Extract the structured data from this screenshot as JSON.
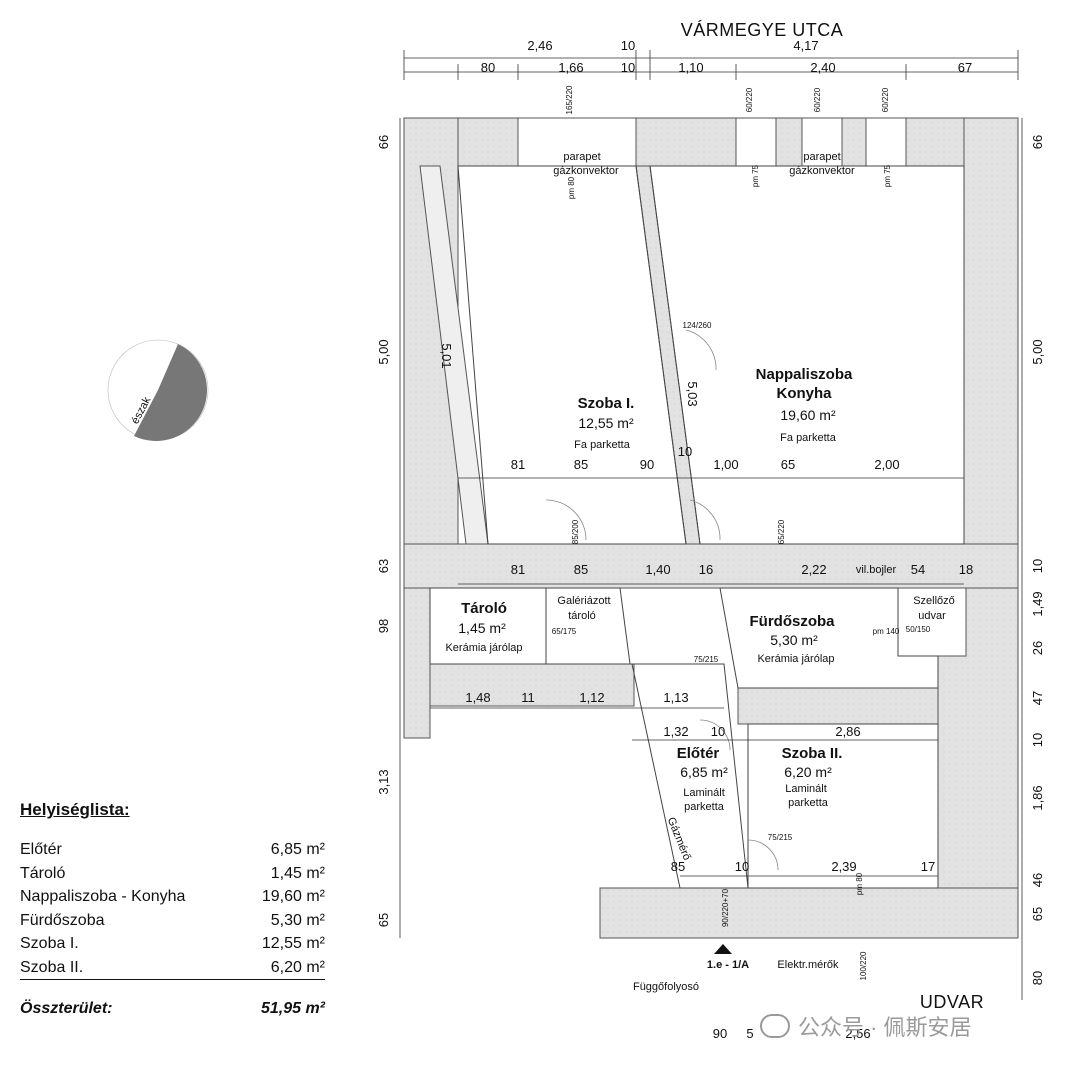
{
  "street": "VÁRMEGYE UTCA",
  "courtyard": "UDVAR",
  "north_label": "észak",
  "rooms": {
    "szoba1": {
      "name": "Szoba I.",
      "area": "12,55 m²",
      "finish": "Fa parketta"
    },
    "nappali": {
      "name1": "Nappaliszoba",
      "name2": "Konyha",
      "area": "19,60 m²",
      "finish": "Fa parketta"
    },
    "tarolo": {
      "name": "Tároló",
      "area": "1,45 m²",
      "finish": "Kerámia járólap"
    },
    "galeria": {
      "line1": "Galériázott",
      "line2": "tároló"
    },
    "furdo": {
      "name": "Fürdőszoba",
      "area": "5,30 m²",
      "finish": "Kerámia járólap"
    },
    "szellozo": {
      "line1": "Szellőző",
      "line2": "udvar"
    },
    "eloter": {
      "name": "Előtér",
      "area": "6,85 m²",
      "finish1": "Laminált",
      "finish2": "parketta"
    },
    "szoba2": {
      "name": "Szoba II.",
      "area": "6,20 m²",
      "finish1": "Laminált",
      "finish2": "parketta"
    }
  },
  "notes": {
    "parapet": "parapet",
    "gazkonvektor": "gázkonvektor",
    "vilbojler": "vil.bojler",
    "gazmero": "Gázmérő",
    "elektr": "Elektr.mérők",
    "entrance": "1.e - 1/A",
    "fuggofolyoso": "Függőfolyosó"
  },
  "dimensions": {
    "top1": [
      "2,46",
      "10",
      "4,17"
    ],
    "top2": [
      "80",
      "1,66",
      "10",
      "1,10",
      "2,40",
      "67"
    ],
    "row_mid1": [
      "81",
      "85",
      "90",
      "10",
      "1,00",
      "65",
      "2,00"
    ],
    "row_mid2": [
      "81",
      "85",
      "1,40",
      "16",
      "2,22",
      "54",
      "18"
    ],
    "row_mid3": [
      "1,48",
      "11",
      "1,12",
      "1,13"
    ],
    "row_mid4": [
      "1,32",
      "10",
      "2,86"
    ],
    "row_mid5": [
      "85",
      "10",
      "2,39",
      "17"
    ],
    "bottom": [
      "90",
      "5",
      "2,56"
    ],
    "left": [
      "66",
      "5,00",
      "63",
      "98",
      "3,13",
      "65"
    ],
    "right": [
      "66",
      "5,00",
      "10",
      "1,49",
      "26",
      "47",
      "10",
      "1,86",
      "46",
      "65",
      "80"
    ],
    "walls": [
      "5,01",
      "5,03"
    ],
    "openings": [
      "165/220",
      "60/220",
      "60/220",
      "60/220",
      "124/260",
      "85/200",
      "65/220",
      "65/175",
      "75/215",
      "75/215",
      "50/150",
      "90/220+70",
      "100/220"
    ],
    "sills": [
      "pm 80",
      "pm 75",
      "pm 75",
      "pm 140",
      "pm 80"
    ]
  },
  "room_list": {
    "title": "Helyiséglista:",
    "items": [
      {
        "name": "Előtér",
        "value": "6,85 m²"
      },
      {
        "name": "Tároló",
        "value": "1,45 m²"
      },
      {
        "name": "Nappaliszoba - Konyha",
        "value": "19,60 m²"
      },
      {
        "name": "Fürdőszoba",
        "value": "5,30 m²"
      },
      {
        "name": "Szoba I.",
        "value": "12,55 m²"
      },
      {
        "name": "Szoba II.",
        "value": "6,20 m²"
      }
    ],
    "total_label": "Összterület:",
    "total_value": "51,95 m²"
  },
  "watermark": "公众号 · 佩斯安居",
  "colors": {
    "wall": "#dcdcdc",
    "line": "#333333",
    "north": "#777777"
  }
}
